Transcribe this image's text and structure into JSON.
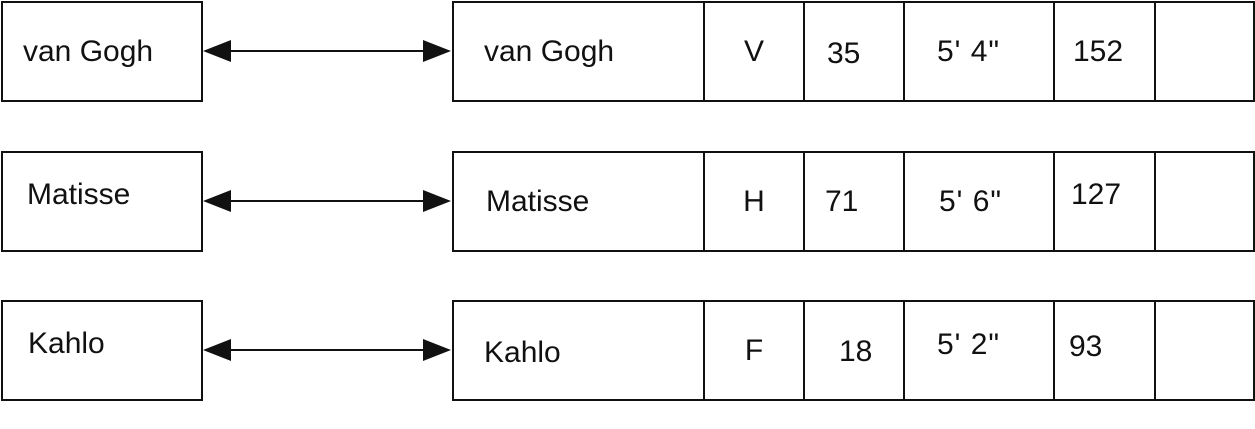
{
  "rows": [
    {
      "key": "van Gogh",
      "record": {
        "name": "van Gogh",
        "initial": "V",
        "number": "35",
        "height": "5' 4\"",
        "weight": "152",
        "extra": ""
      }
    },
    {
      "key": "Matisse",
      "record": {
        "name": "Matisse",
        "initial": "H",
        "number": "71",
        "height": "5' 6\"",
        "weight": "127",
        "extra": ""
      }
    },
    {
      "key": "Kahlo",
      "record": {
        "name": "Kahlo",
        "initial": "F",
        "number": "18",
        "height": "5' 2\"",
        "weight": "93",
        "extra": ""
      }
    }
  ],
  "arrow_type": "double-headed",
  "colors": {
    "stroke": "#111111",
    "background": "#ffffff"
  }
}
